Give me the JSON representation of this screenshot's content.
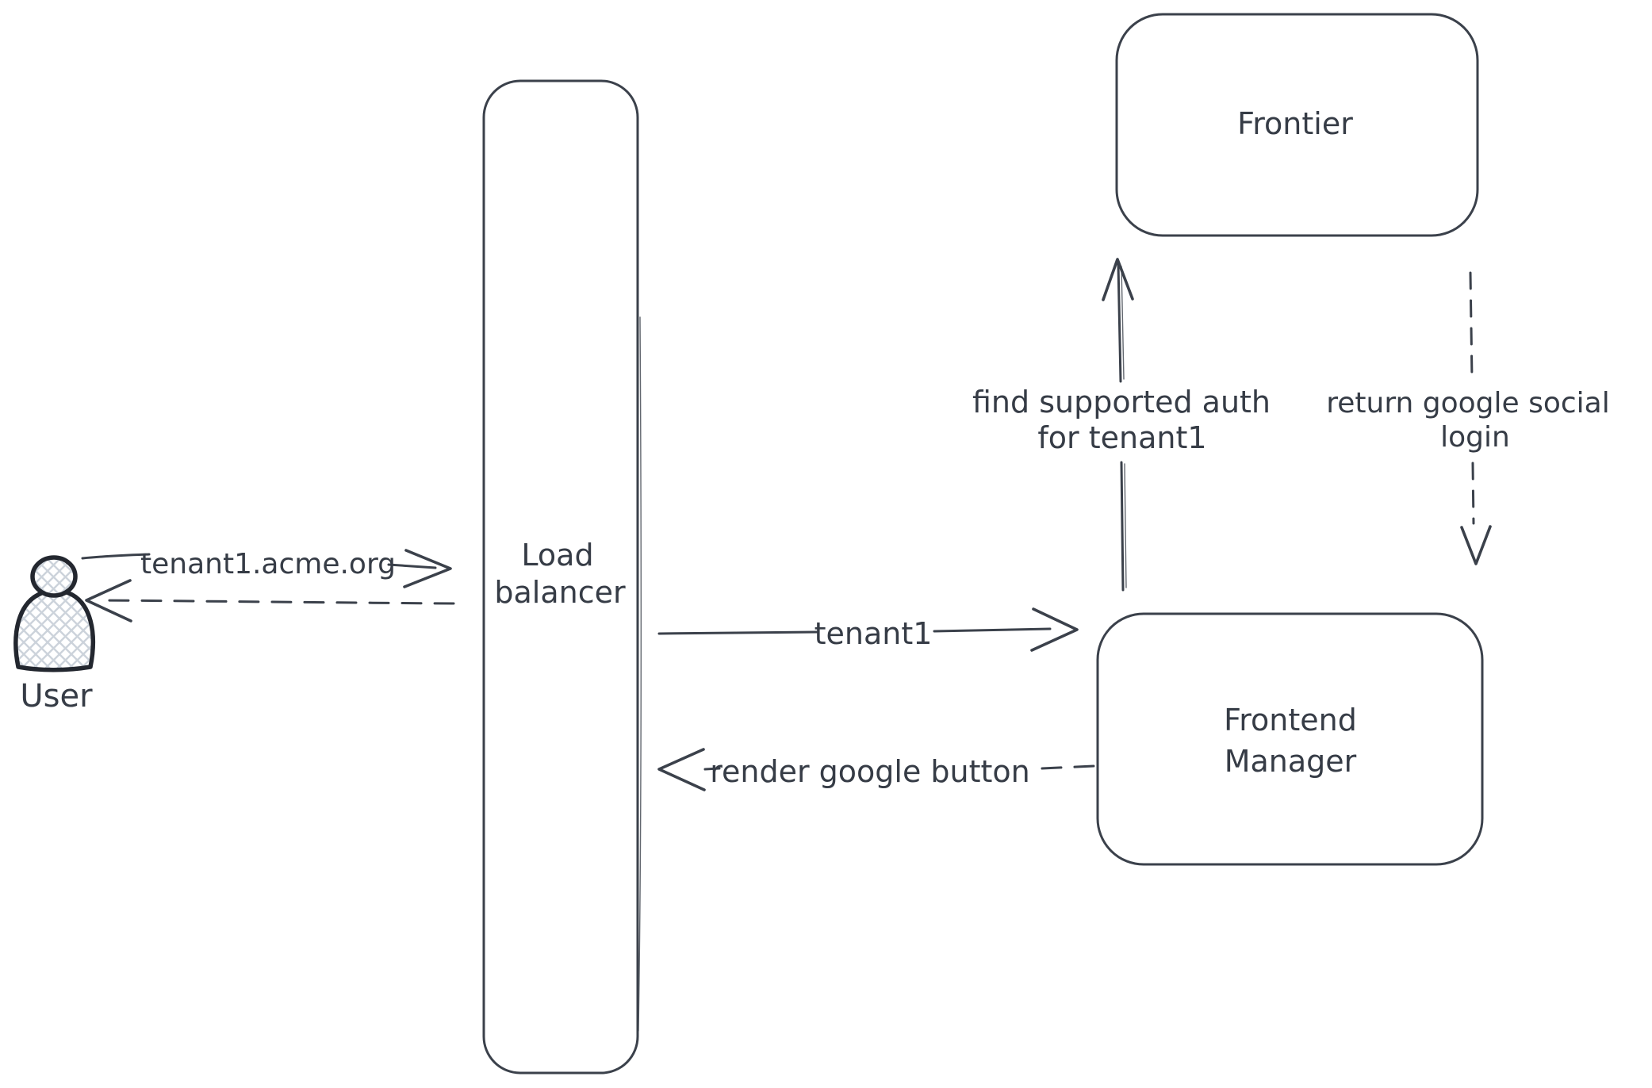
{
  "colors": {
    "stroke": "#3b414b",
    "ink": "#363c46",
    "actor": "#23272f",
    "hatch": "#ccd3db",
    "bg": "#ffffff"
  },
  "nodes": {
    "user": {
      "label": "User"
    },
    "load_balancer": {
      "line1": "Load",
      "line2": "balancer"
    },
    "frontier": {
      "label": "Frontier"
    },
    "frontend_manager": {
      "line1": "Frontend",
      "line2": "Manager"
    }
  },
  "edges": {
    "user_to_load_balancer": {
      "label": "tenant1.acme.org",
      "style": "solid"
    },
    "load_balancer_to_user": {
      "label": "",
      "style": "dashed"
    },
    "load_balancer_to_frontend_manager": {
      "label": "tenant1",
      "style": "solid"
    },
    "frontend_manager_to_load_balancer": {
      "label": "render google button",
      "style": "dashed"
    },
    "frontend_manager_to_frontier": {
      "line1": "find supported auth",
      "line2": "for tenant1",
      "style": "solid"
    },
    "frontier_to_frontend_manager": {
      "line1": "return google social",
      "line2": "login",
      "style": "dashed"
    }
  }
}
